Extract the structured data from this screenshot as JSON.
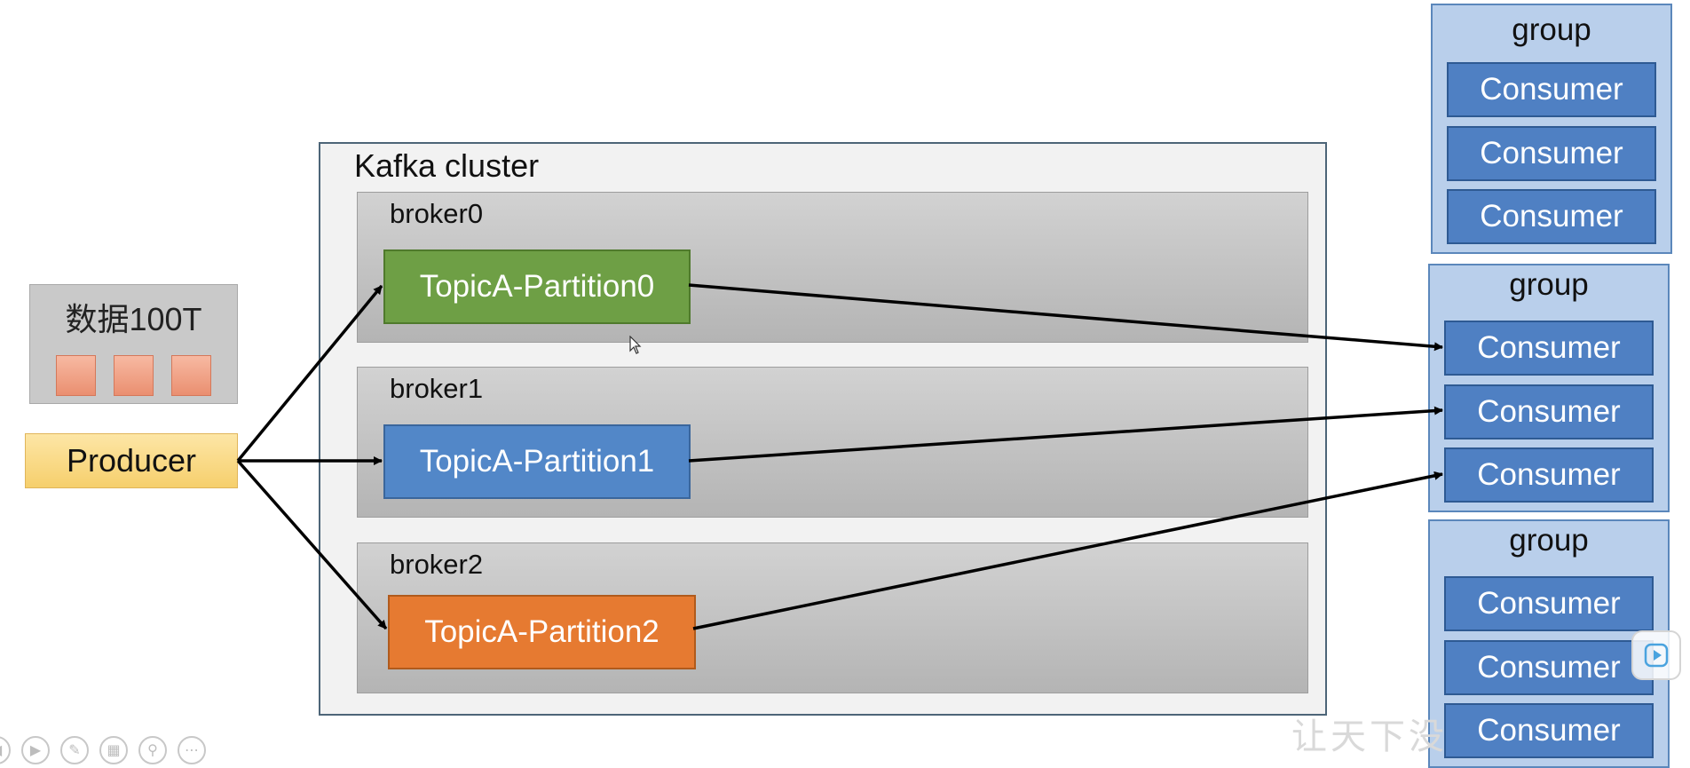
{
  "source": {
    "label": "数据100T"
  },
  "producer": {
    "label": "Producer"
  },
  "cluster": {
    "title": "Kafka cluster",
    "brokers": [
      {
        "label": "broker0",
        "partition": "TopicA-Partition0"
      },
      {
        "label": "broker1",
        "partition": "TopicA-Partition1"
      },
      {
        "label": "broker2",
        "partition": "TopicA-Partition2"
      }
    ]
  },
  "groups": [
    {
      "label": "group",
      "consumers": [
        "Consumer",
        "Consumer",
        "Consumer"
      ]
    },
    {
      "label": "group",
      "consumers": [
        "Consumer",
        "Consumer",
        "Consumer"
      ]
    },
    {
      "label": "group",
      "consumers": [
        "Consumer",
        "Consumer",
        "Consumer"
      ]
    }
  ],
  "watermark": "让天下没",
  "colors": {
    "partition0": "#6e9f45",
    "partition1": "#5287c8",
    "partition2": "#e67a31",
    "consumer": "#4f80c3",
    "group": "#b9cfeb",
    "producer": "#f6cf6c",
    "data_block": "#ea8f70"
  },
  "icons": [
    "prev-icon",
    "next-icon",
    "pen-icon",
    "grid-icon",
    "zoom-icon",
    "more-icon",
    "play-icon",
    "mouse-cursor-icon"
  ]
}
